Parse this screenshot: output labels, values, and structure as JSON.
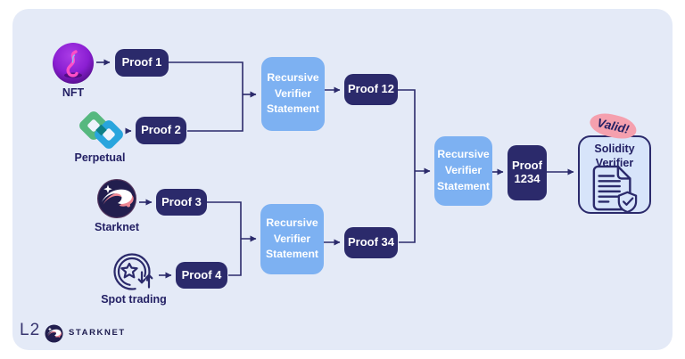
{
  "colors": {
    "canvas_bg": "#ffffff",
    "panel_bg": "#e4eaf7",
    "node_dark_navy": "#2b2a6b",
    "node_light_blue": "#7db1f2",
    "solidity_fill": "#d7e4fa",
    "valid_pink": "#f5a0ae",
    "label_navy": "#232064",
    "perpetual_green": "#56b87f",
    "perpetual_blue": "#29a5dd",
    "nft_purple": "#8a1ed2",
    "accent_salmon": "#ee8793"
  },
  "icons": {
    "nft": "nft-orb-icon",
    "perpetual": "perpetual-interlocked-diamonds-icon",
    "starknet": "starknet-comet-icon",
    "spot": "spot-trading-star-arrows-icon",
    "solidity": "document-shield-check-icon",
    "footer": "starknet-logo-icon"
  },
  "sources": [
    {
      "label": "NFT"
    },
    {
      "label": "Perpetual"
    },
    {
      "label": "Starknet"
    },
    {
      "label": "Spot trading"
    }
  ],
  "proofs": {
    "p1": "Proof 1",
    "p2": "Proof 2",
    "p3": "Proof 3",
    "p4": "Proof 4",
    "p12": "Proof 12",
    "p34": "Proof 34",
    "p1234": "Proof 1234"
  },
  "verifiers": {
    "recursive": "Recursive Verifier Statement",
    "solidity": "Solidity Verifier",
    "valid_badge": "Valid!"
  },
  "footer": {
    "layer": "L2",
    "brand": "STARKNET"
  }
}
